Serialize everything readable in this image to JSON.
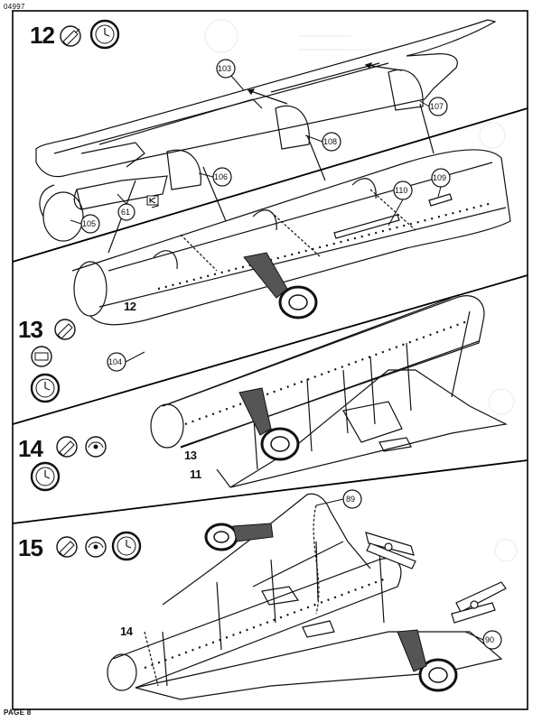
{
  "header": {
    "code": "04997"
  },
  "footer": {
    "page_label": "PAGE 8"
  },
  "steps": [
    {
      "number": "12",
      "parts": [
        {
          "label": "103"
        },
        {
          "label": "107"
        },
        {
          "label": "108"
        },
        {
          "label": "106"
        },
        {
          "label": "105"
        },
        {
          "label": "61"
        },
        {
          "label": "109"
        },
        {
          "label": "110"
        },
        {
          "label": "12"
        },
        {
          "label": "104"
        }
      ]
    },
    {
      "number": "13",
      "parts": [
        {
          "label": "13"
        },
        {
          "label": "11"
        }
      ]
    },
    {
      "number": "14",
      "parts": []
    },
    {
      "number": "15",
      "parts": [
        {
          "label": "89"
        },
        {
          "label": "14"
        },
        {
          "label": "90"
        }
      ]
    }
  ],
  "icons": {
    "glue": "glue-tube-icon",
    "clock": "drying-clock-icon",
    "decal": "decal-water-icon",
    "clamp": "clamp-icon",
    "tape": "tape-roll-icon"
  }
}
